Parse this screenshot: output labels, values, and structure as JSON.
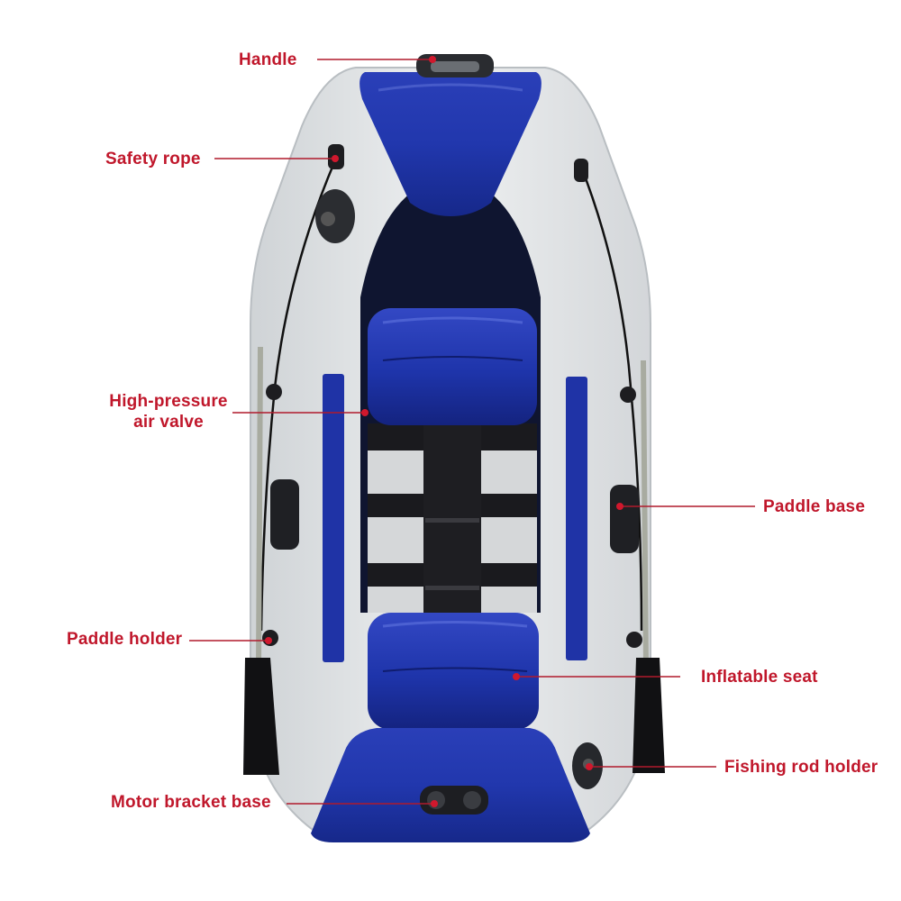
{
  "diagram": {
    "subject": "Inflatable boat (top view)",
    "colors": {
      "label_red": "#c0172b",
      "hull_gray": "#e4e6e8",
      "hull_blue": "#1f33a6",
      "floor_dark": "#1a1a1e",
      "floor_light": "#d7d9db",
      "background": "#ffffff"
    },
    "callouts": [
      {
        "id": "handle",
        "label": "Handle"
      },
      {
        "id": "safety-rope",
        "label": "Safety rope"
      },
      {
        "id": "air-valve",
        "label_line1": "High-pressure",
        "label_line2": "air valve"
      },
      {
        "id": "paddle-base",
        "label": "Paddle base"
      },
      {
        "id": "paddle-holder",
        "label": "Paddle holder"
      },
      {
        "id": "inflatable-seat",
        "label": "Inflatable seat"
      },
      {
        "id": "fishing-rod-holder",
        "label": "Fishing rod holder"
      },
      {
        "id": "motor-bracket-base",
        "label": "Motor bracket base"
      }
    ]
  }
}
